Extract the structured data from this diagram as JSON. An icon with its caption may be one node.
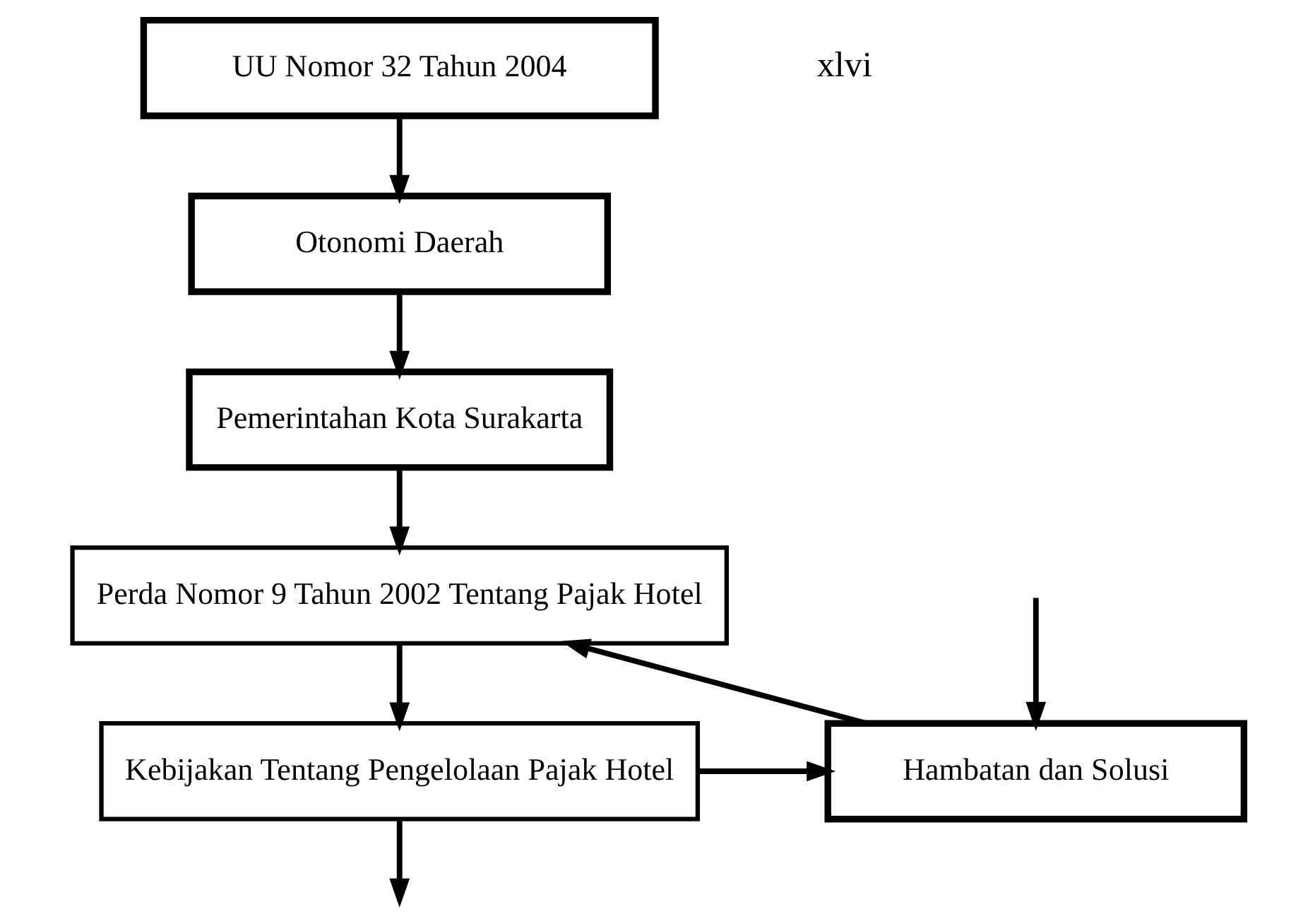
{
  "diagram": {
    "nodes": [
      {
        "text": [
          "UU Nomor 32 Tahun 2004"
        ]
      },
      {
        "text": [
          "Otonomi Daerah"
        ]
      },
      {
        "text": [
          "Pemerintahan Kota Surakarta"
        ]
      },
      {
        "text": [
          "Perda Nomor 9 Tahun 2002 Tentang Pajak Hotel"
        ]
      },
      {
        "text": [
          "Kebijakan Tentang Pengelolaan Pajak Hotel"
        ]
      },
      {
        "text": [
          "Hambatan dan Solusi"
        ]
      }
    ],
    "edges": [
      {
        "from": 0,
        "to": 1,
        "arrow": "to"
      },
      {
        "from": 1,
        "to": 2,
        "arrow": "to"
      },
      {
        "from": 2,
        "to": 3,
        "arrow": "to"
      },
      {
        "from": 3,
        "to": 4,
        "arrow": "to"
      },
      {
        "from": 4,
        "to": 5,
        "arrow": "to"
      },
      {
        "from": 5,
        "to": 3,
        "arrow": "to"
      },
      {
        "from": 4,
        "to": null,
        "arrow": "to"
      },
      {
        "from": null,
        "to": 5,
        "arrow": "to"
      }
    ],
    "labels": [
      "xlvi"
    ]
  }
}
